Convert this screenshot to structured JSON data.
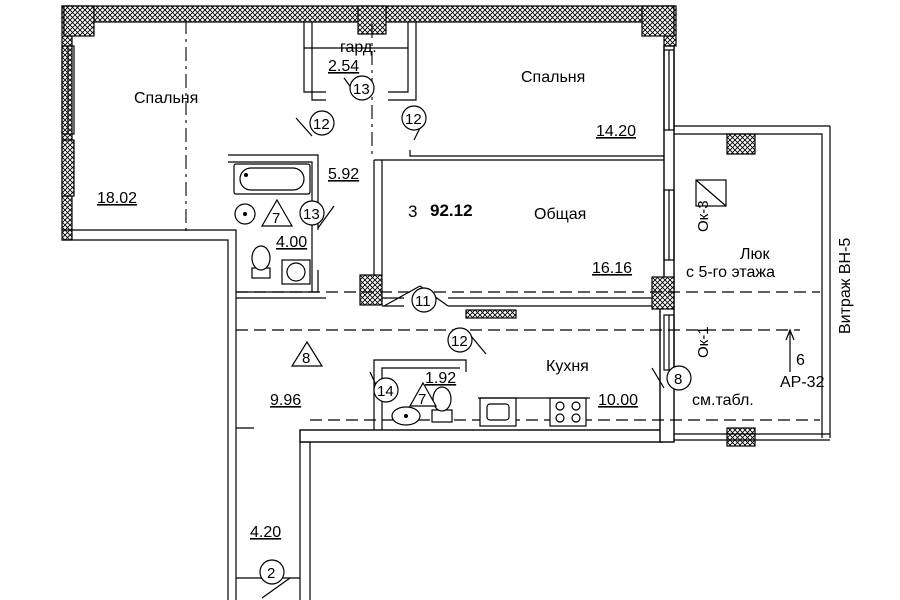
{
  "plan": {
    "apartment": {
      "rooms_count": "3",
      "total_area": "92.12"
    },
    "rooms": [
      {
        "name": "Спальня",
        "area": "18.02"
      },
      {
        "name": "гард.",
        "area": "2.54"
      },
      {
        "name": "Спальня",
        "area": "14.20"
      },
      {
        "name": "",
        "area": "5.92"
      },
      {
        "name": "Общая",
        "area": "16.16"
      },
      {
        "name": "",
        "area": "4.00"
      },
      {
        "name": "",
        "area": "9.96"
      },
      {
        "name": "",
        "area": "1.92"
      },
      {
        "name": "Кухня",
        "area": "10.00"
      },
      {
        "name": "",
        "area": "4.20"
      }
    ],
    "door_marks": [
      "12",
      "13",
      "12",
      "13",
      "11",
      "12",
      "14",
      "8",
      "2"
    ],
    "triangle_marks": [
      "7",
      "7",
      "8"
    ],
    "window_marks": [
      "Ок-3",
      "Ок-1"
    ],
    "notes": {
      "hatch_1": "Люк",
      "hatch_2": "с 5-го этажа",
      "stained_glass": "Витраж ВН-5",
      "section_num": "6",
      "section_ref": "АР-32",
      "table_ref": "см.табл."
    }
  }
}
